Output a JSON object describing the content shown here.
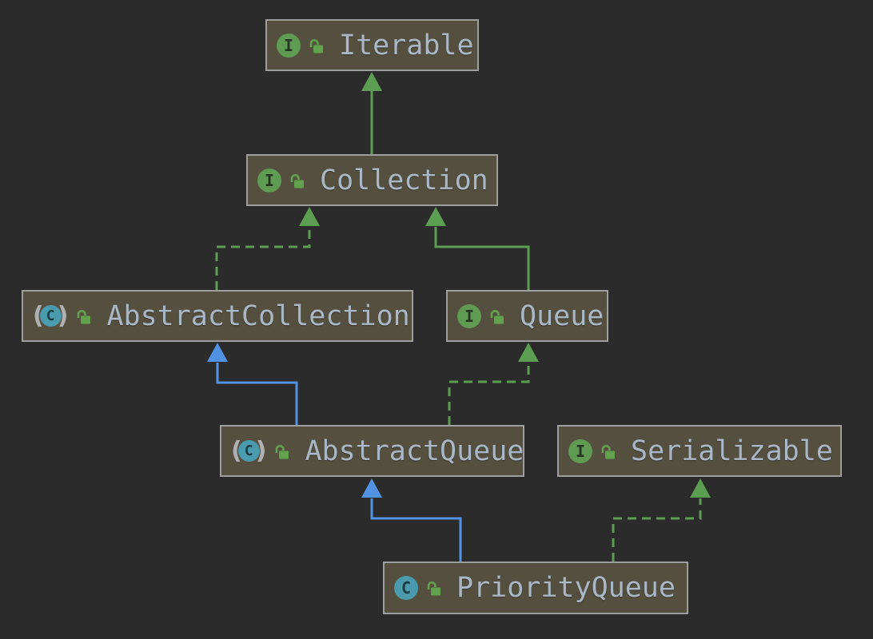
{
  "diagram": {
    "title": "PriorityQueue class hierarchy UML diagram",
    "colors": {
      "background": "#2b2b2b",
      "node_fill": "#554f3f",
      "node_border": "#9e9e9e",
      "node_text": "#a9b7c6",
      "interface_icon": "#5f9b53",
      "class_icon": "#4b9baf",
      "lock_icon": "#62a14e",
      "edge_green": "#5c9e51",
      "edge_blue": "#5292e2"
    }
  },
  "icons": {
    "interface_glyph": "I",
    "class_glyph": "C"
  },
  "nodes": [
    {
      "id": "iterable",
      "label": "Iterable",
      "kind": "interface",
      "visibility": "public"
    },
    {
      "id": "collection",
      "label": "Collection",
      "kind": "interface",
      "visibility": "public"
    },
    {
      "id": "abstract-collection",
      "label": "AbstractCollection",
      "kind": "abstract-class",
      "visibility": "public"
    },
    {
      "id": "queue",
      "label": "Queue",
      "kind": "interface",
      "visibility": "public"
    },
    {
      "id": "abstract-queue",
      "label": "AbstractQueue",
      "kind": "abstract-class",
      "visibility": "public"
    },
    {
      "id": "serializable",
      "label": "Serializable",
      "kind": "interface",
      "visibility": "public"
    },
    {
      "id": "priority-queue",
      "label": "PriorityQueue",
      "kind": "class",
      "visibility": "public"
    }
  ],
  "edges": [
    {
      "from": "Collection",
      "to": "Iterable",
      "relation": "extends",
      "style": "solid",
      "color": "green"
    },
    {
      "from": "AbstractCollection",
      "to": "Collection",
      "relation": "implements",
      "style": "dashed",
      "color": "green"
    },
    {
      "from": "Queue",
      "to": "Collection",
      "relation": "extends",
      "style": "solid",
      "color": "green"
    },
    {
      "from": "AbstractQueue",
      "to": "AbstractCollection",
      "relation": "extends",
      "style": "solid",
      "color": "blue"
    },
    {
      "from": "AbstractQueue",
      "to": "Queue",
      "relation": "implements",
      "style": "dashed",
      "color": "green"
    },
    {
      "from": "PriorityQueue",
      "to": "AbstractQueue",
      "relation": "extends",
      "style": "solid",
      "color": "blue"
    },
    {
      "from": "PriorityQueue",
      "to": "Serializable",
      "relation": "implements",
      "style": "dashed",
      "color": "green"
    }
  ]
}
